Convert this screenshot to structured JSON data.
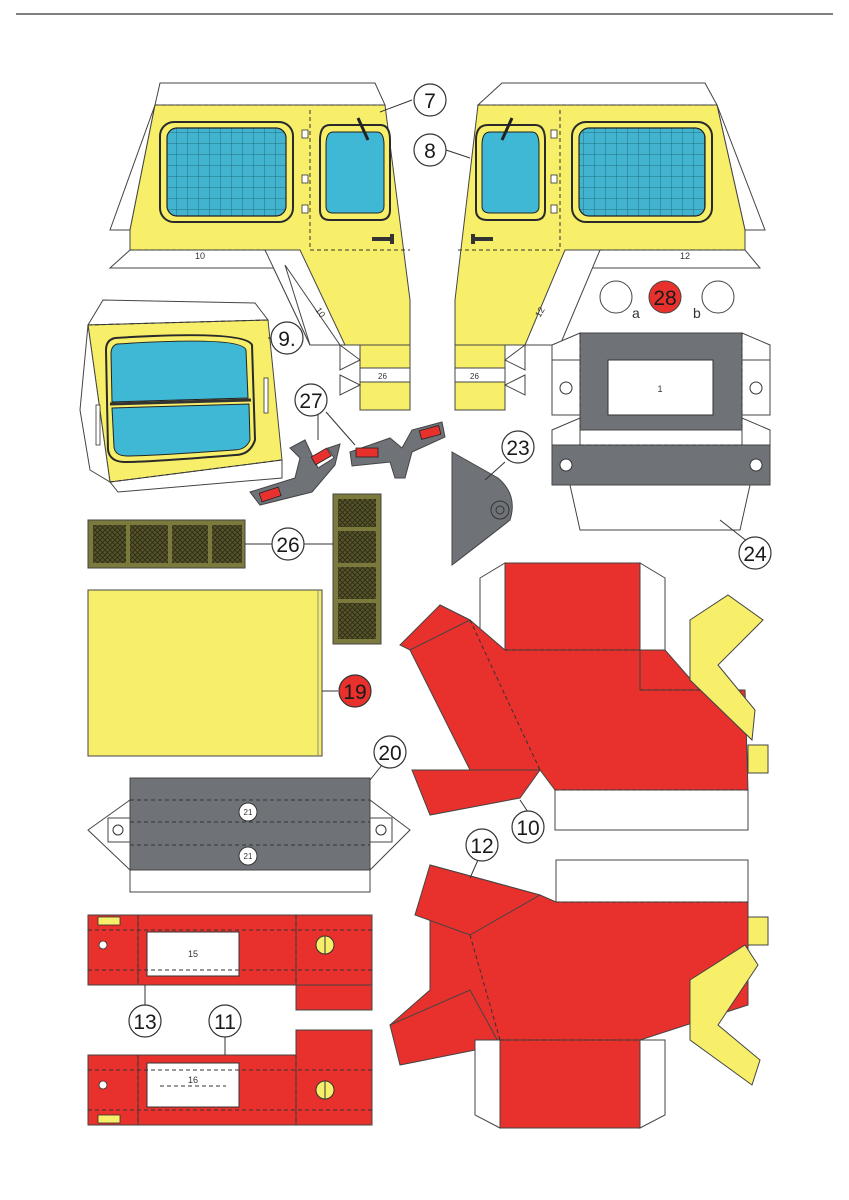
{
  "parts": {
    "p7": "7",
    "p8": "8",
    "p9": "9.",
    "p10_label": "10",
    "p10_tab_a": "10",
    "p10_tab_b": "10",
    "p11": "11",
    "p12_label": "12",
    "p12_tab_a": "12",
    "p12_tab_b": "12",
    "p13": "13",
    "p15": "15",
    "p16": "16",
    "p19": "19",
    "p20": "20",
    "p21_a": "21",
    "p21_b": "21",
    "p23": "23",
    "p24": "24",
    "p26": "26",
    "p26_tab_a": "26",
    "p26_tab_b": "26",
    "p27": "27",
    "p28": "28",
    "p28_a": "a",
    "p28_b": "b",
    "p1": "1"
  },
  "colors": {
    "yellow": "#f7ef6a",
    "cyan": "#3fb8d6",
    "red": "#e8312c",
    "grey": "#6f7378",
    "olive": "#7b7a3c",
    "dark_olive": "#4d4b22"
  }
}
